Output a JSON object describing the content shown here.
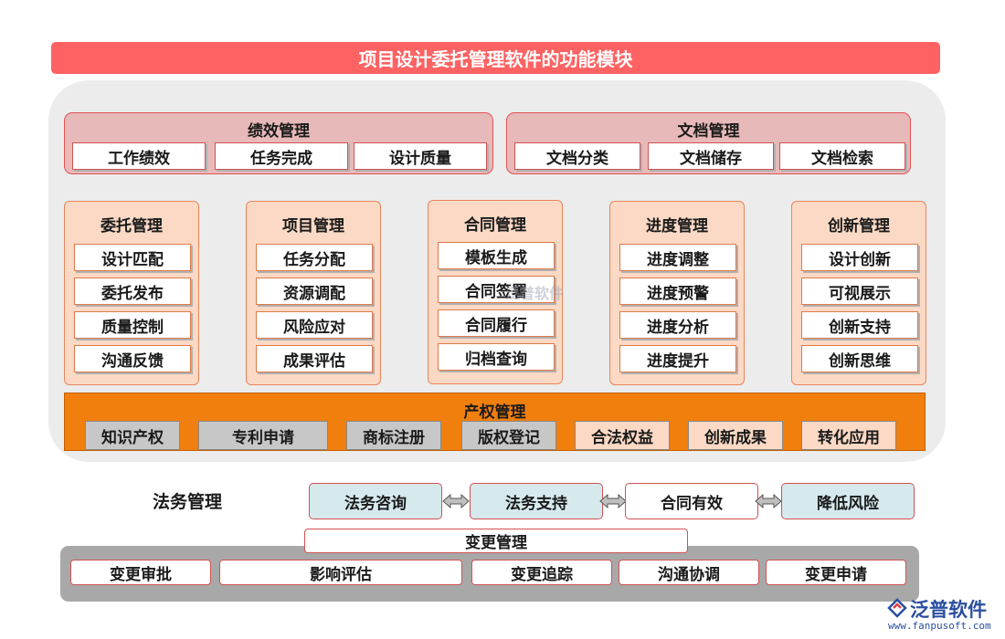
{
  "title": "项目设计委托管理软件的功能模块",
  "performance": {
    "title": "绩效管理",
    "items": [
      "工作绩效",
      "任务完成",
      "设计质量"
    ]
  },
  "document": {
    "title": "文档管理",
    "items": [
      "文档分类",
      "文档储存",
      "文档检索"
    ]
  },
  "columns": [
    {
      "title": "委托管理",
      "items": [
        "设计匹配",
        "委托发布",
        "质量控制",
        "沟通反馈"
      ]
    },
    {
      "title": "项目管理",
      "items": [
        "任务分配",
        "资源调配",
        "风险应对",
        "成果评估"
      ]
    },
    {
      "title": "合同管理",
      "items": [
        "模板生成",
        "合同签署",
        "合同履行",
        "归档查询"
      ]
    },
    {
      "title": "进度管理",
      "items": [
        "进度调整",
        "进度预警",
        "进度分析",
        "进度提升"
      ]
    },
    {
      "title": "创新管理",
      "items": [
        "设计创新",
        "可视展示",
        "创新支持",
        "创新思维"
      ]
    }
  ],
  "ip": {
    "title": "产权管理",
    "items": [
      "知识产权",
      "专利申请",
      "商标注册",
      "版权登记",
      "合法权益",
      "创新成果",
      "转化应用"
    ]
  },
  "legal": {
    "label": "法务管理",
    "items": [
      "法务咨询",
      "法务支持",
      "合同有效",
      "降低风险"
    ]
  },
  "change": {
    "title": "变更管理",
    "items": [
      "变更审批",
      "影响评估",
      "变更追踪",
      "沟通协调",
      "变更申请"
    ]
  },
  "watermark": "泛普软件",
  "brand": {
    "name": "泛普软件",
    "url": "www.fanpusoft.com"
  }
}
